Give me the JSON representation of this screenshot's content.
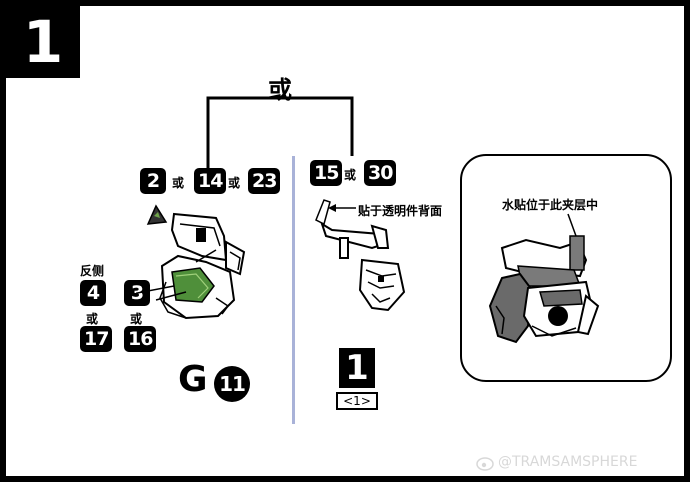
{
  "step": {
    "number": "1",
    "reference_number": "1",
    "reference_sub": "<1>"
  },
  "top_choice_label": "或",
  "left_group": {
    "parts_row": [
      {
        "value": "2"
      },
      {
        "or": "或"
      },
      {
        "value": "14"
      },
      {
        "or": "或"
      },
      {
        "value": "23"
      }
    ],
    "side_label": "反侧",
    "left_stack": {
      "top": "4",
      "or": "或",
      "bottom": "17"
    },
    "right_stack": {
      "top": "3",
      "or": "或",
      "bottom": "16"
    },
    "runner_letter": "G",
    "runner_number": "11"
  },
  "right_group": {
    "parts_row": [
      {
        "value": "15"
      },
      {
        "or": "或"
      },
      {
        "value": "30"
      }
    ],
    "note": "贴于透明件背面"
  },
  "detail": {
    "note": "水贴位于此夹层中"
  },
  "watermark": {
    "text": "@TRAMSAMSPHERE",
    "icon": "weibo-icon"
  },
  "colors": {
    "background_frame": "#000000",
    "sheet": "#ffffff",
    "divider": "#a9b2d8",
    "sticker_green": "#4f8f3a",
    "part_grey": "#7a7a7a"
  }
}
